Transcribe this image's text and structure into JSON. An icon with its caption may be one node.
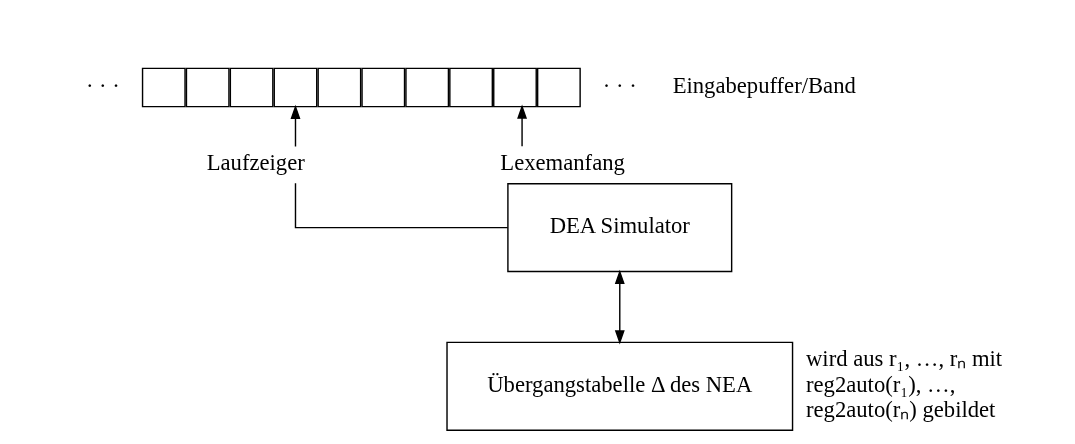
{
  "diagram": {
    "nodes": [
      {
        "text": [],
        "shape": "box"
      },
      {
        "text": [],
        "shape": "box"
      },
      {
        "text": [],
        "shape": "box"
      },
      {
        "text": [],
        "shape": "box"
      },
      {
        "text": [],
        "shape": "box"
      },
      {
        "text": [],
        "shape": "box"
      },
      {
        "text": [],
        "shape": "box"
      },
      {
        "text": [],
        "shape": "box"
      },
      {
        "text": [],
        "shape": "box"
      },
      {
        "text": [],
        "shape": "box"
      },
      {
        "text": [
          "DEA Simulator"
        ]
      },
      {
        "text": [
          "Übergangstabelle Δ des NEA"
        ],
        "beside": [
          "wird aus r₁, …, rₙ mit reg2auto(r₁), …, reg2auto(rₙ) gebildet"
        ]
      }
    ],
    "edges": [
      {
        "from": 10,
        "to": 1,
        "arrow": "to",
        "label": "Lexemanfang"
      },
      {
        "from": 10,
        "to": 6,
        "arrow": "to",
        "label": "Laufzeiger"
      },
      {
        "from": 10,
        "to": 11,
        "arrow": "both"
      }
    ],
    "labels": [
      "· · ·",
      "· · ·",
      "Eingabepuffer/Band"
    ]
  }
}
